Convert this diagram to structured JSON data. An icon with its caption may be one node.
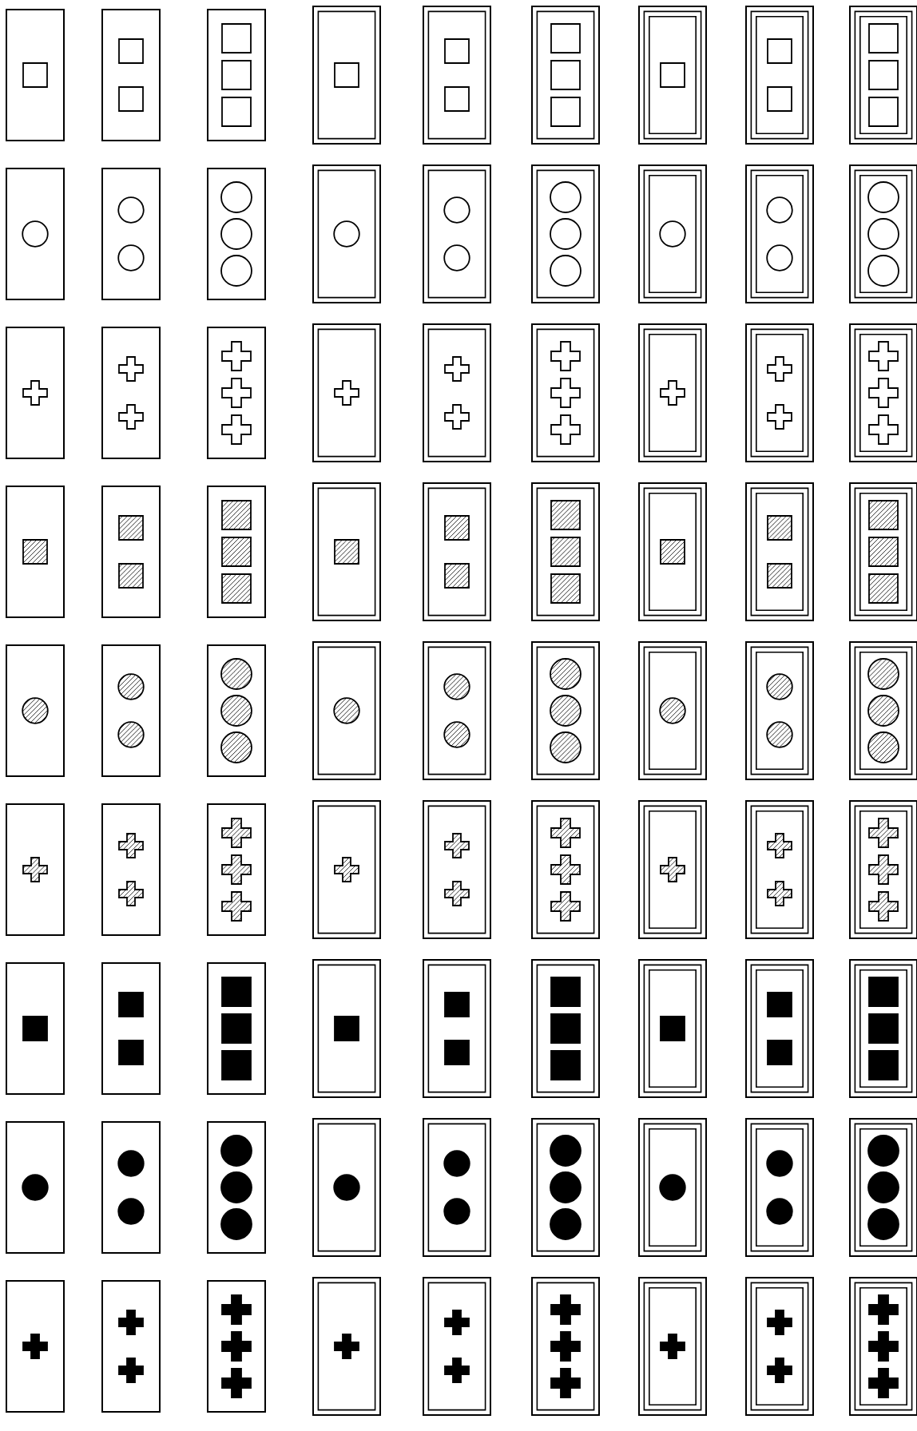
{
  "diagram": {
    "nodes": [
      {
        "text": [],
        "shape": "box"
      },
      {
        "text": [],
        "shape": "box"
      },
      {
        "text": [],
        "shape": "box"
      },
      {
        "text": [],
        "shape": "box"
      },
      {
        "text": [],
        "shape": "box"
      },
      {
        "text": [],
        "shape": "box"
      },
      {
        "text": [],
        "shape": "box"
      },
      {
        "text": [],
        "shape": "box"
      },
      {
        "text": [],
        "shape": "box"
      },
      {
        "text": [],
        "shape": "box"
      },
      {
        "text": [],
        "shape": "box"
      },
      {
        "text": [],
        "shape": "box"
      },
      {
        "text": [],
        "shape": "box"
      },
      {
        "text": [],
        "shape": "box"
      },
      {
        "text": [],
        "shape": "box"
      },
      {
        "text": [],
        "shape": "box"
      },
      {
        "text": [],
        "shape": "box"
      },
      {
        "text": [],
        "shape": "box"
      },
      {
        "text": [],
        "shape": "box"
      },
      {
        "text": [],
        "shape": "box"
      },
      {
        "text": [],
        "shape": "box"
      },
      {
        "text": [],
        "shape": "box"
      },
      {
        "text": [],
        "shape": "box"
      },
      {
        "text": [],
        "shape": "box"
      },
      {
        "text": [],
        "shape": "box"
      },
      {
        "text": [],
        "shape": "box"
      },
      {
        "text": [],
        "shape": "box"
      },
      {
        "text": [],
        "shape": "box"
      },
      {
        "text": [],
        "shape": "box"
      },
      {
        "text": [],
        "shape": "box"
      },
      {
        "text": [],
        "shape": "box"
      },
      {
        "text": [],
        "shape": "box"
      },
      {
        "text": [],
        "shape": "box"
      },
      {
        "text": [],
        "shape": "box"
      },
      {
        "text": [],
        "shape": "box"
      },
      {
        "text": [],
        "shape": "box"
      },
      {
        "text": [],
        "shape": "box"
      },
      {
        "text": [],
        "shape": "box"
      },
      {
        "text": [],
        "shape": "box"
      },
      {
        "text": [],
        "shape": "box"
      },
      {
        "text": [],
        "shape": "box"
      },
      {
        "text": [],
        "shape": "box"
      },
      {
        "text": [],
        "shape": "box"
      },
      {
        "text": [],
        "shape": "box"
      },
      {
        "text": [],
        "shape": "box"
      },
      {
        "text": [],
        "shape": "box"
      },
      {
        "text": [],
        "shape": "box"
      },
      {
        "text": [],
        "shape": "box"
      },
      {
        "text": [],
        "shape": "box"
      },
      {
        "text": [],
        "shape": "box"
      },
      {
        "text": [],
        "shape": "box"
      },
      {
        "text": [],
        "shape": "box"
      },
      {
        "text": [],
        "shape": "box"
      },
      {
        "text": [],
        "shape": "box"
      },
      {
        "text": [],
        "shape": "box"
      },
      {
        "text": [],
        "shape": "box"
      },
      {
        "text": [],
        "shape": "box"
      },
      {
        "text": [],
        "shape": "box"
      },
      {
        "text": [],
        "shape": "box"
      },
      {
        "text": [],
        "shape": "box"
      },
      {
        "text": [],
        "shape": "box"
      },
      {
        "text": [],
        "shape": "box"
      },
      {
        "text": [],
        "shape": "box"
      },
      {
        "text": [],
        "shape": "box"
      },
      {
        "text": [],
        "shape": "box"
      },
      {
        "text": [],
        "shape": "box"
      },
      {
        "text": [],
        "shape": "box"
      },
      {
        "text": [],
        "shape": "box"
      },
      {
        "text": [],
        "shape": "box"
      },
      {
        "text": [],
        "shape": "box"
      },
      {
        "text": [],
        "shape": "box"
      },
      {
        "text": [],
        "shape": "box"
      },
      {
        "text": [],
        "shape": "box"
      },
      {
        "text": [],
        "shape": "box"
      },
      {
        "text": [],
        "shape": "box"
      },
      {
        "text": [],
        "shape": "box"
      },
      {
        "text": [],
        "shape": "box"
      },
      {
        "text": [],
        "shape": "box"
      },
      {
        "text": [],
        "shape": "box"
      },
      {
        "text": [],
        "shape": "box"
      },
      {
        "text": [],
        "shape": "box"
      }
    ]
  }
}
